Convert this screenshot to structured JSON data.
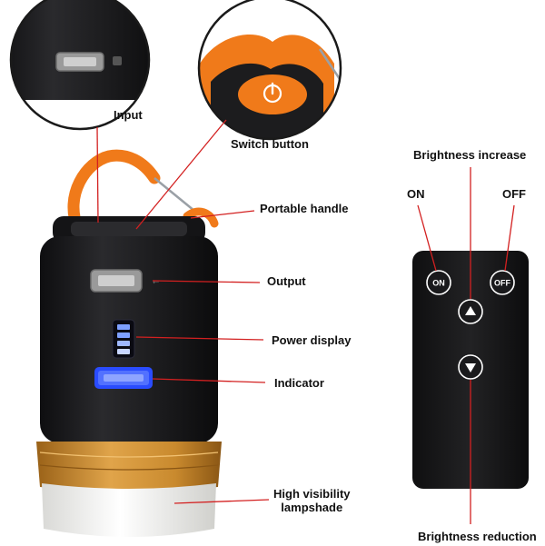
{
  "labels": {
    "input": "Input",
    "switch_button": "Switch button",
    "portable_handle": "Portable handle",
    "output": "Output",
    "power_display": "Power display",
    "indicator": "Indicator",
    "lampshade_line1": "High visibility",
    "lampshade_line2": "lampshade",
    "brightness_increase": "Brightness increase",
    "brightness_reduction": "Brightness reduction",
    "on": "ON",
    "off": "OFF"
  },
  "remote_buttons": {
    "on": "ON",
    "off": "OFF"
  },
  "colors": {
    "body": "#1c1c1e",
    "accent_orange": "#f07a1a",
    "gold_band": "#c98a2e",
    "lampshade": "#f4f4f2",
    "indicator_blue": "#2a4cff",
    "leader_line": "#d32020"
  }
}
